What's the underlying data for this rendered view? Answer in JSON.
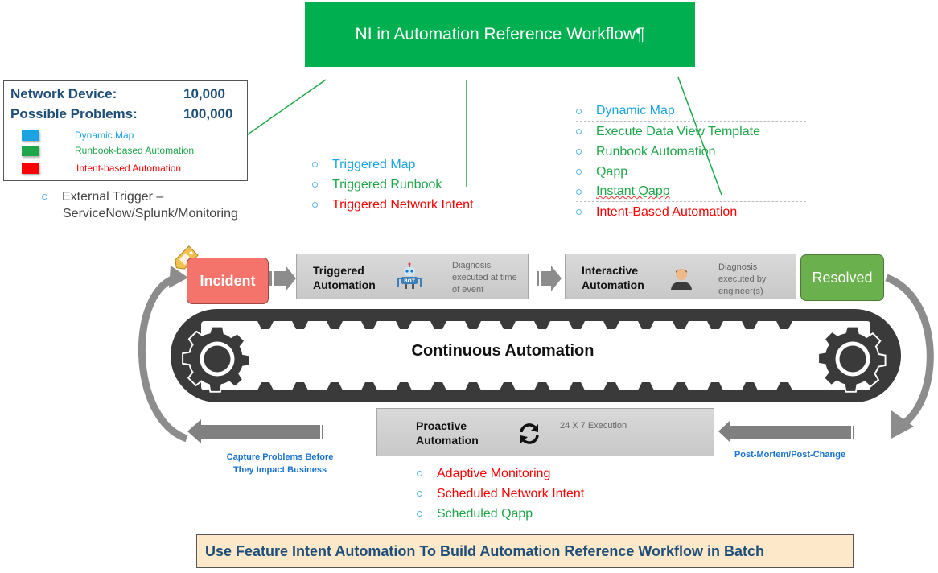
{
  "title": "NI in Automation Reference Workflow¶",
  "info_box": {
    "stats": [
      {
        "label": "Network Device:",
        "value": "10,000"
      },
      {
        "label": "Possible Problems:",
        "value": "100,000"
      }
    ],
    "legend": [
      {
        "label": "Dynamic Map",
        "color": "#1aa3e0"
      },
      {
        "label": "Runbook-based Automation",
        "color": "#1fa64a"
      },
      {
        "label": "Intent-based Automation",
        "color": "#ff0000"
      }
    ]
  },
  "external_trigger": {
    "line1": "External Trigger –",
    "line2": "ServiceNow/Splunk/Monitoring"
  },
  "triggered_list": [
    {
      "label": "Triggered Map",
      "category": "dynamic-map"
    },
    {
      "label": "Triggered Runbook",
      "category": "runbook"
    },
    {
      "label": "Triggered Network Intent",
      "category": "intent"
    }
  ],
  "interactive_list": [
    {
      "label": "Dynamic Map",
      "category": "dynamic-map"
    },
    {
      "label": "Execute Data View Template",
      "category": "runbook"
    },
    {
      "label": "Runbook Automation",
      "category": "runbook"
    },
    {
      "label": "Qapp",
      "category": "runbook"
    },
    {
      "label": "Instant Qapp",
      "category": "runbook"
    },
    {
      "label": "Intent-Based Automation",
      "category": "intent"
    }
  ],
  "workflow": {
    "incident": "Incident",
    "triggered": {
      "title_line1": "Triggered",
      "title_line2": "Automation",
      "desc_line1": "Diagnosis",
      "desc_line2": "executed at time",
      "desc_line3": "of event",
      "icon": "bot-icon"
    },
    "interactive": {
      "title_line1": "Interactive",
      "title_line2": "Automation",
      "desc_line1": "Diagnosis",
      "desc_line2": "executed by",
      "desc_line3": "engineer(s)",
      "icon": "engineer-icon"
    },
    "resolved": "Resolved",
    "conveyor_label": "Continuous Automation",
    "proactive": {
      "title_line1": "Proactive",
      "title_line2": "Automation",
      "desc": "24 X 7 Execution",
      "icon": "refresh-icon"
    },
    "left_caption_line1": "Capture Problems Before",
    "left_caption_line2": "They Impact Business",
    "right_caption": "Post-Mortem/Post-Change"
  },
  "proactive_list": [
    {
      "label": "Adaptive Monitoring",
      "category": "intent"
    },
    {
      "label": "Scheduled Network Intent",
      "category": "intent"
    },
    {
      "label": "Scheduled Qapp",
      "category": "runbook"
    }
  ],
  "bottom_banner": "Use Feature Intent Automation To Build Automation Reference Workflow in Batch",
  "colors": {
    "title_bg": "#00b050",
    "dynamic_map": "#1aa3e0",
    "runbook": "#1fa64a",
    "intent": "#ff0000",
    "incident": "#f4736a",
    "resolved": "#6ab04c",
    "banner_bg": "#fde9c9",
    "heading_text": "#1f4e79"
  }
}
